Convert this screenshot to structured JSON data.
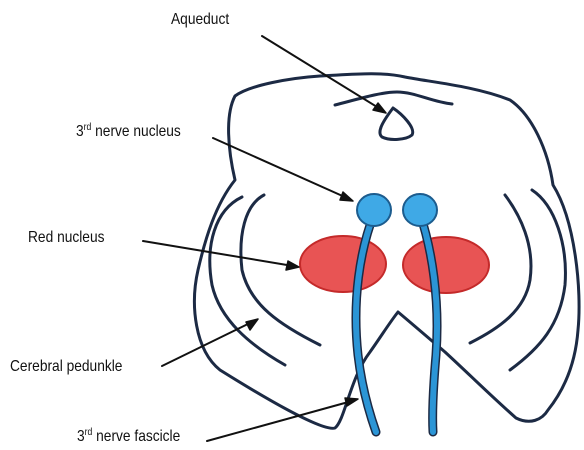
{
  "labels": {
    "aqueduct": "Aqueduct",
    "nerve_nucleus": {
      "prefix": "3",
      "sup": "rd",
      "text": " nerve nucleus"
    },
    "red_nucleus": "Red nucleus",
    "cerebral_peduncle": "Cerebral pedunkle",
    "nerve_fascicle": {
      "prefix": "3",
      "sup": "rd",
      "text": " nerve fascicle"
    }
  },
  "colors": {
    "outline": "#1c2a44",
    "oculomotor": "#2b95d6",
    "oculomotor_light": "#3fa9e6",
    "red_nucleus_fill": "#e85454",
    "red_nucleus_stroke": "#c42a2a",
    "arrow": "#111111"
  }
}
